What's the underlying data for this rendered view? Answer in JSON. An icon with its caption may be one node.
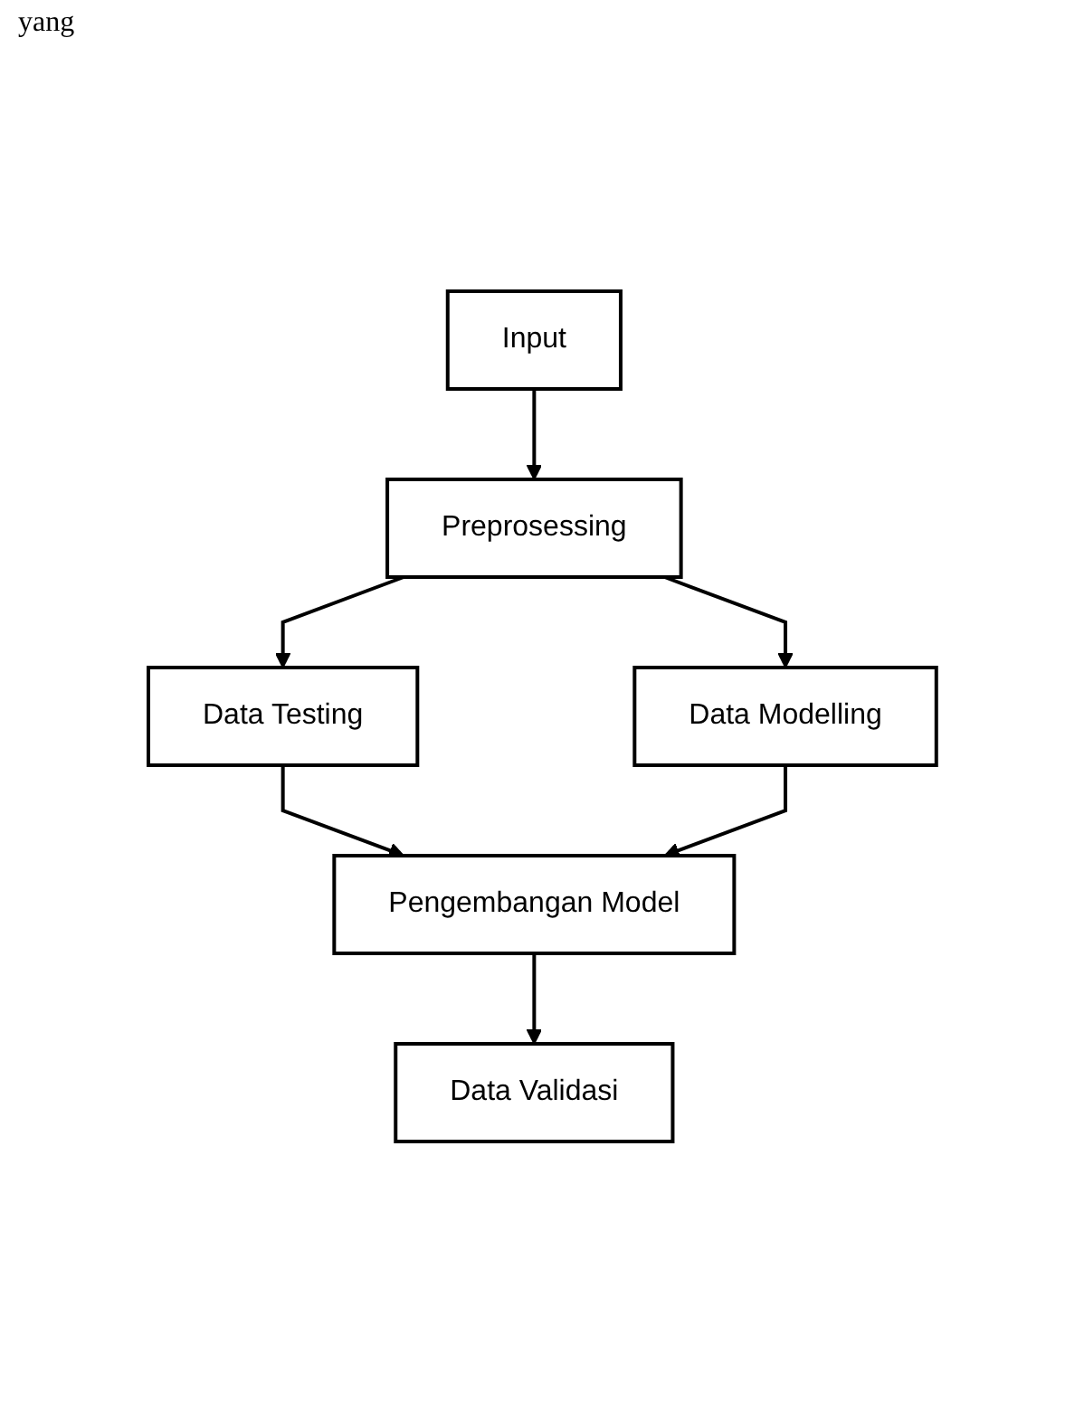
{
  "diagram": {
    "nodes": [
      {
        "text": [
          "Input"
        ]
      },
      {
        "text": [
          "Preprosessing"
        ]
      },
      {
        "text": [
          "Data Testing"
        ]
      },
      {
        "text": [
          "Data Modelling"
        ]
      },
      {
        "text": [
          "Pengembangan Model"
        ]
      },
      {
        "text": [
          "Data Validasi"
        ]
      }
    ],
    "edges": [
      {
        "from": 0,
        "to": 1,
        "arrow": "to"
      },
      {
        "from": 1,
        "to": 2,
        "arrow": "to"
      },
      {
        "from": 1,
        "to": 3,
        "arrow": "to"
      },
      {
        "from": 2,
        "to": 4,
        "arrow": "to"
      },
      {
        "from": 3,
        "to": 4,
        "arrow": "to"
      },
      {
        "from": 4,
        "to": 5,
        "arrow": "to"
      }
    ],
    "labels": [
      "yang"
    ]
  }
}
